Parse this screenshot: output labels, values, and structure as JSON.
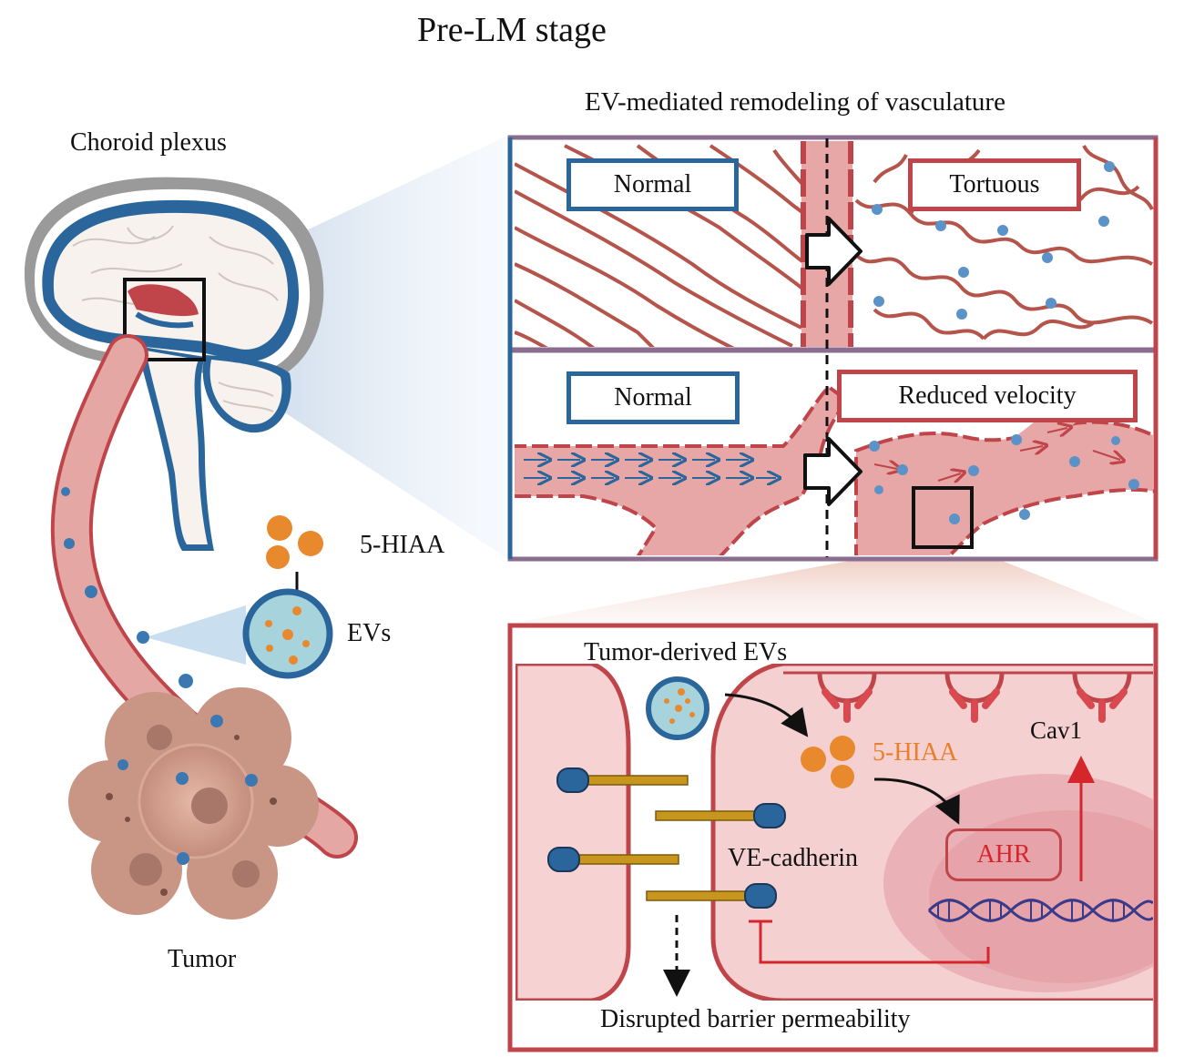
{
  "title": "Pre-LM stage",
  "left": {
    "choroid_label": "Choroid plexus",
    "metabolite_label": "5-HIAA",
    "vesicle_label": "EVs",
    "tumor_label": "Tumor"
  },
  "remodeling": {
    "title": "EV-mediated remodeling of vasculature",
    "top_panel": {
      "before_label": "Normal",
      "after_label": "Tortuous"
    },
    "bottom_panel": {
      "before_label": "Normal",
      "after_label": "Reduced velocity"
    }
  },
  "cell_panel": {
    "ev_label": "Tumor-derived EVs",
    "metabolite_label": "5-HIAA",
    "receptor_label": "AHR",
    "protein_label": "Cav1",
    "junction_label": "VE-cadherin",
    "outcome_label": "Disrupted barrier permeability"
  },
  "colors": {
    "vessel": "#e09a9a",
    "vessel_wall": "#c0454a",
    "normal_blue": "#2a669c",
    "ev_fill": "#a7d3dd",
    "metabolite_orange": "#e8892e",
    "ahr_red": "#d4262b"
  }
}
